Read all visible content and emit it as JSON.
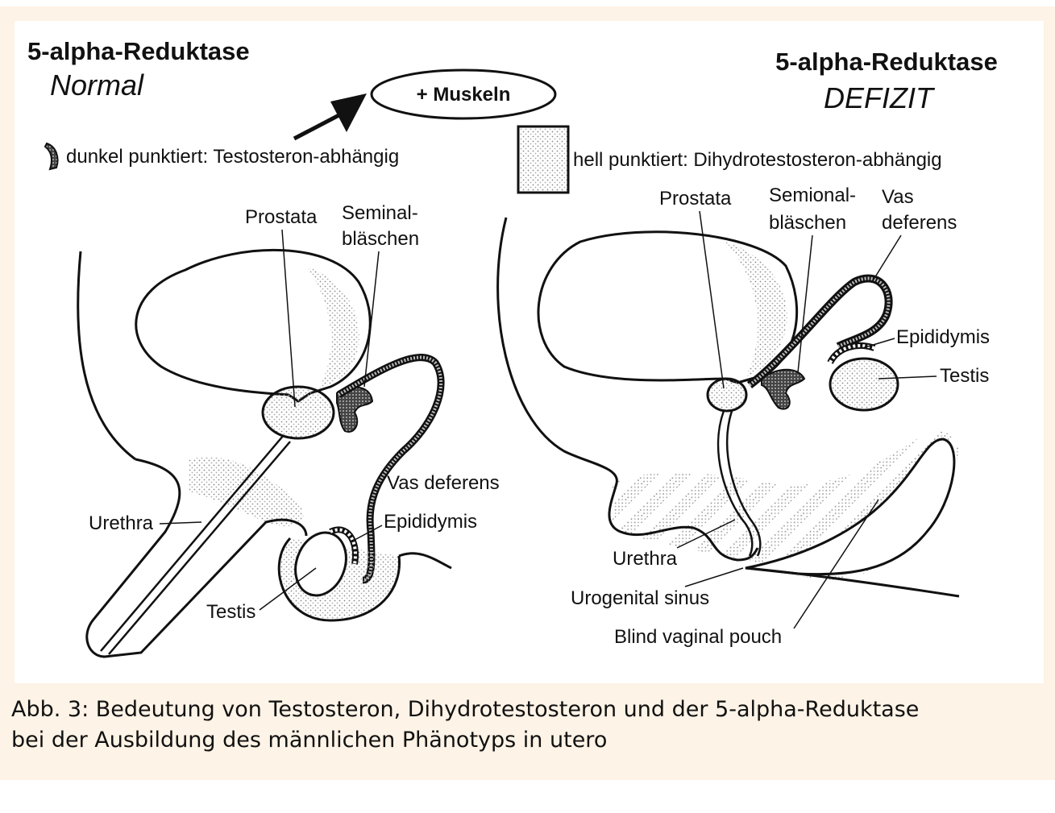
{
  "figure": {
    "left_panel": {
      "title": "5-alpha-Reduktase",
      "subtitle": "Normal",
      "labels": {
        "prostate": "Prostata",
        "seminal_line1": "Seminal-",
        "seminal_line2": "bläschen",
        "vas_deferens": "Vas deferens",
        "epididymis": "Epididymis",
        "urethra": "Urethra",
        "testis": "Testis"
      }
    },
    "right_panel": {
      "title": "5-alpha-Reduktase",
      "subtitle": "DEFIZIT",
      "labels": {
        "prostate": "Prostata",
        "seminal_line1": "Semional-",
        "seminal_line2": "bläschen",
        "vas_line1": "Vas",
        "vas_line2": "deferens",
        "epididymis": "Epididymis",
        "testis": "Testis",
        "urethra": "Urethra",
        "urogenital_sinus": "Urogenital sinus",
        "blind_vaginal_pouch": "Blind vaginal pouch"
      }
    },
    "muscle_label": "+ Muskeln",
    "legend": {
      "dark": "dunkel punktiert: Testosteron-abhängig",
      "light": "hell punktiert: Dihydrotestosteron-abhängig"
    }
  },
  "caption": {
    "line1": "Abb. 3: Bedeutung von Testosteron, Dihydrotestosteron und der 5-alpha-Reduktase",
    "line2": "bei der Ausbildung des männlichen Phänotyps in utero"
  }
}
